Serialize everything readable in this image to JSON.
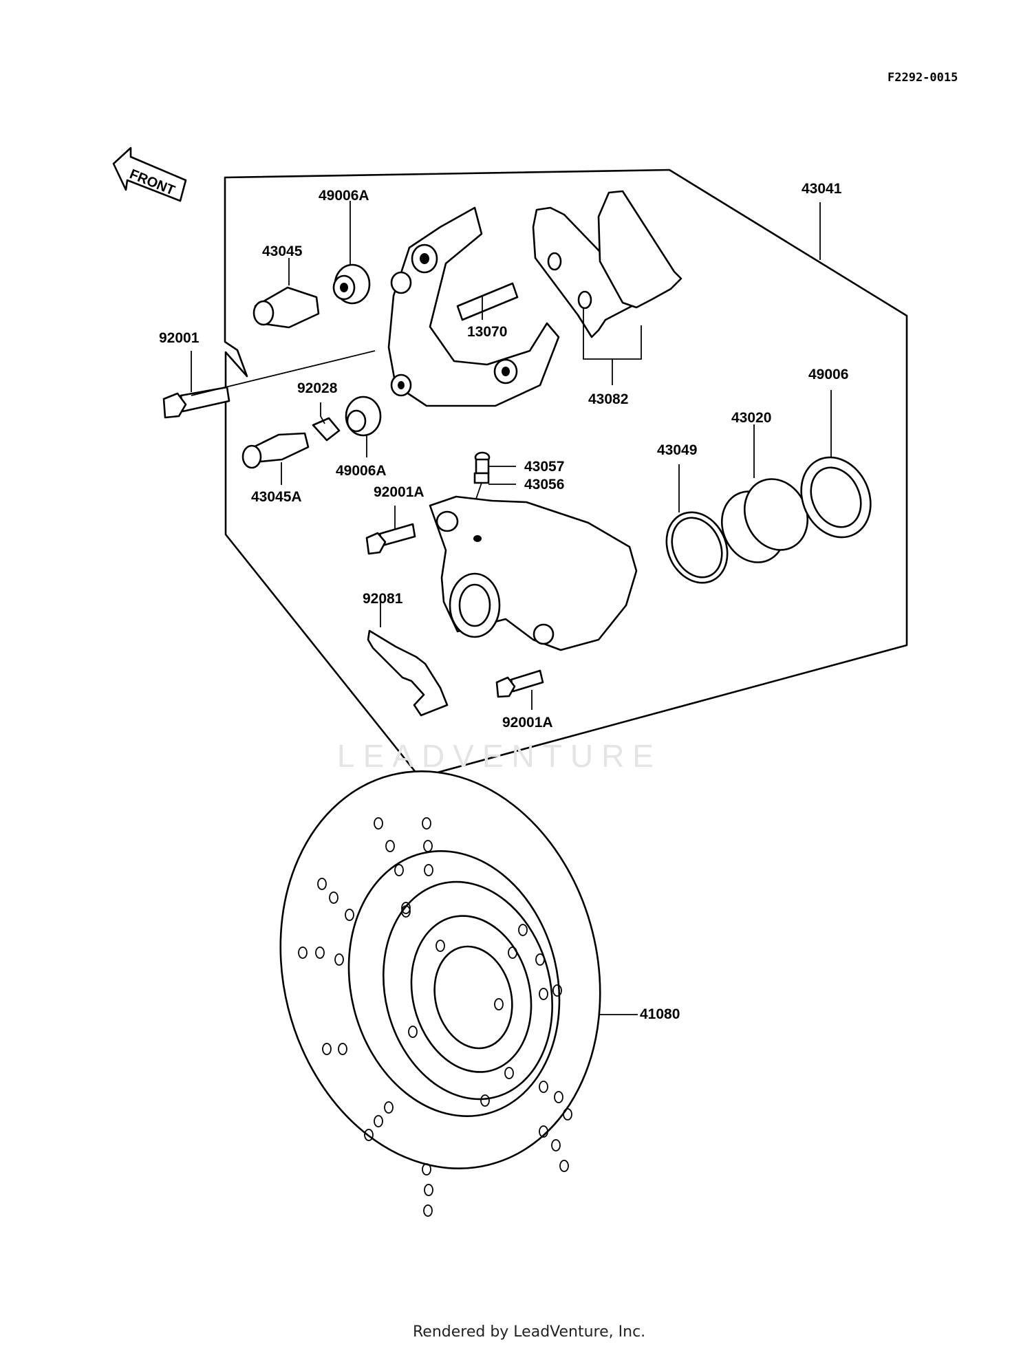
{
  "document_id": "F2292-0015",
  "front_label": "FRONT",
  "watermark": "LEADVENTURE",
  "footer": "Rendered by LeadVenture, Inc.",
  "callouts": {
    "c43041": "43041",
    "c49006A_top": "49006A",
    "c43045": "43045",
    "c13070": "13070",
    "c43082": "43082",
    "c92001": "92001",
    "c92028": "92028",
    "c49006": "49006",
    "c43020": "43020",
    "c43049": "43049",
    "c43057": "43057",
    "c43056": "43056",
    "c49006A_bottom": "49006A",
    "c43045A": "43045A",
    "c92001A_top": "92001A",
    "c92081": "92081",
    "c92001A_bottom": "92001A",
    "c41080": "41080"
  }
}
